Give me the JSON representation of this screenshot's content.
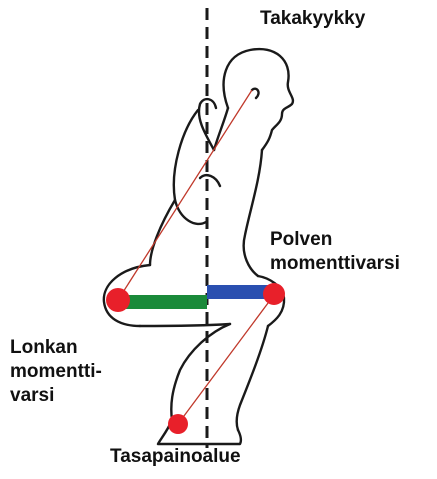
{
  "labels": {
    "back_squat": "Takakyykky",
    "knee_arm_line1": "Polven",
    "knee_arm_line2": "momenttivarsi",
    "hip_arm_line1": "Lonkan",
    "hip_arm_line2": "momentti-",
    "hip_arm_line3": "varsi",
    "balance_area": "Tasapainoalue"
  },
  "colors": {
    "outline": "#1a1a1a",
    "joint": "#e8202a",
    "hip_arm": "#1a8a3a",
    "knee_arm": "#2a4fb0",
    "segment_line": "#c0392b",
    "plumb_line": "#1a1a1a"
  }
}
